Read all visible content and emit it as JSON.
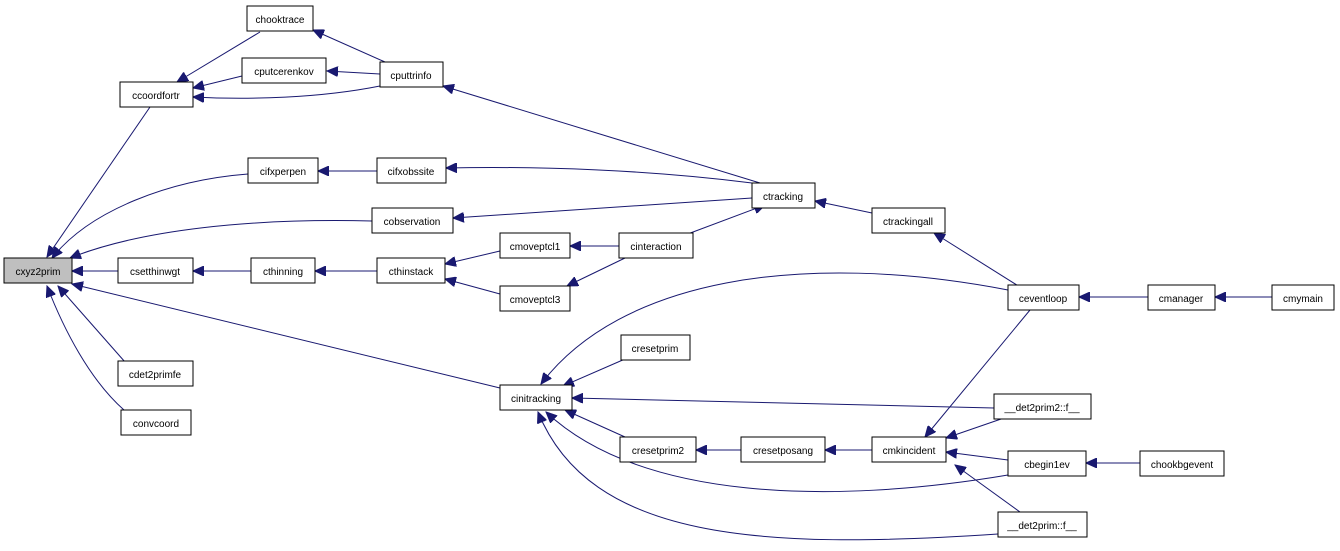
{
  "graph": {
    "edge_color": "#191970",
    "root_fill": "#bfbfbf",
    "nodes": {
      "cxyz2prim": "cxyz2prim",
      "ccoordfortr": "ccoordfortr",
      "chooktrace": "chooktrace",
      "cputcerenkov": "cputcerenkov",
      "cputtrinfo": "cputtrinfo",
      "cifxperpen": "cifxperpen",
      "cifxobssite": "cifxobssite",
      "cobservation": "cobservation",
      "ctracking": "ctracking",
      "ctrackingall": "ctrackingall",
      "csetthinwgt": "csetthinwgt",
      "cthinning": "cthinning",
      "cthinstack": "cthinstack",
      "cmoveptcl1": "cmoveptcl1",
      "cinteraction": "cinteraction",
      "cmoveptcl3": "cmoveptcl3",
      "ceventloop": "ceventloop",
      "cmanager": "cmanager",
      "cmymain": "cmymain",
      "cresetprim": "cresetprim",
      "cinitracking": "cinitracking",
      "det2prim2f": "__det2prim2::f__",
      "cdet2primfe": "cdet2primfe",
      "convcoord": "convcoord",
      "cresetprim2": "cresetprim2",
      "cresetposang": "cresetposang",
      "cmkincident": "cmkincident",
      "cbegin1ev": "cbegin1ev",
      "chookbgevent": "chookbgevent",
      "det2primf": "__det2prim::f__"
    }
  }
}
